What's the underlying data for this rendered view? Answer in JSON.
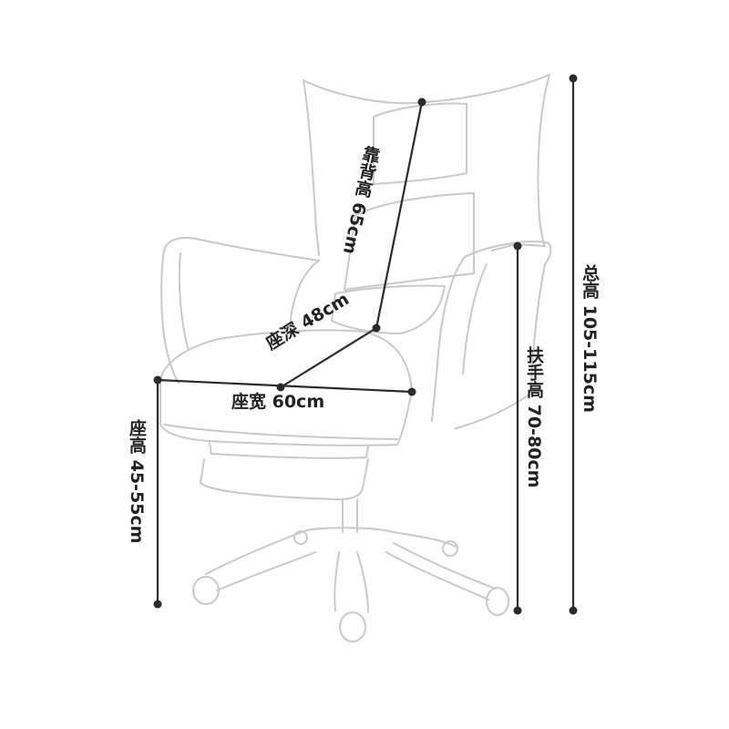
{
  "colors": {
    "outline": "#c9c9c9",
    "dimension": "#2b2b2b",
    "text": "#222222"
  },
  "dimensions": {
    "backrest_height": "靠背高 65cm",
    "seat_depth": "座深 48cm",
    "seat_width": "座宽 60cm",
    "seat_height": "座高 45-55cm",
    "armrest_height": "扶手高 70-80cm",
    "total_height": "总高 105-115cm"
  }
}
